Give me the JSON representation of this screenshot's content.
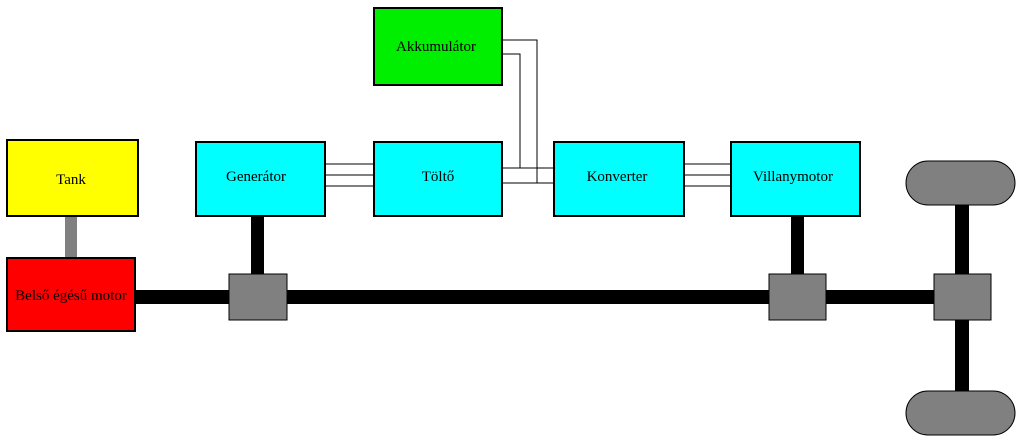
{
  "blocks": {
    "tank": "Tank",
    "engine": "Belső égésű motor",
    "generator": "Generátor",
    "charger": "Töltő",
    "battery": "Akkumulátor",
    "converter": "Konverter",
    "motor": "Villanymotor"
  },
  "colors": {
    "tank": "#ffff00",
    "engine": "#ff0000",
    "electric": "#00ffff",
    "battery": "#00ee00",
    "mechanical": "#808080",
    "shaft": "#000000",
    "wheel": "#808080"
  }
}
